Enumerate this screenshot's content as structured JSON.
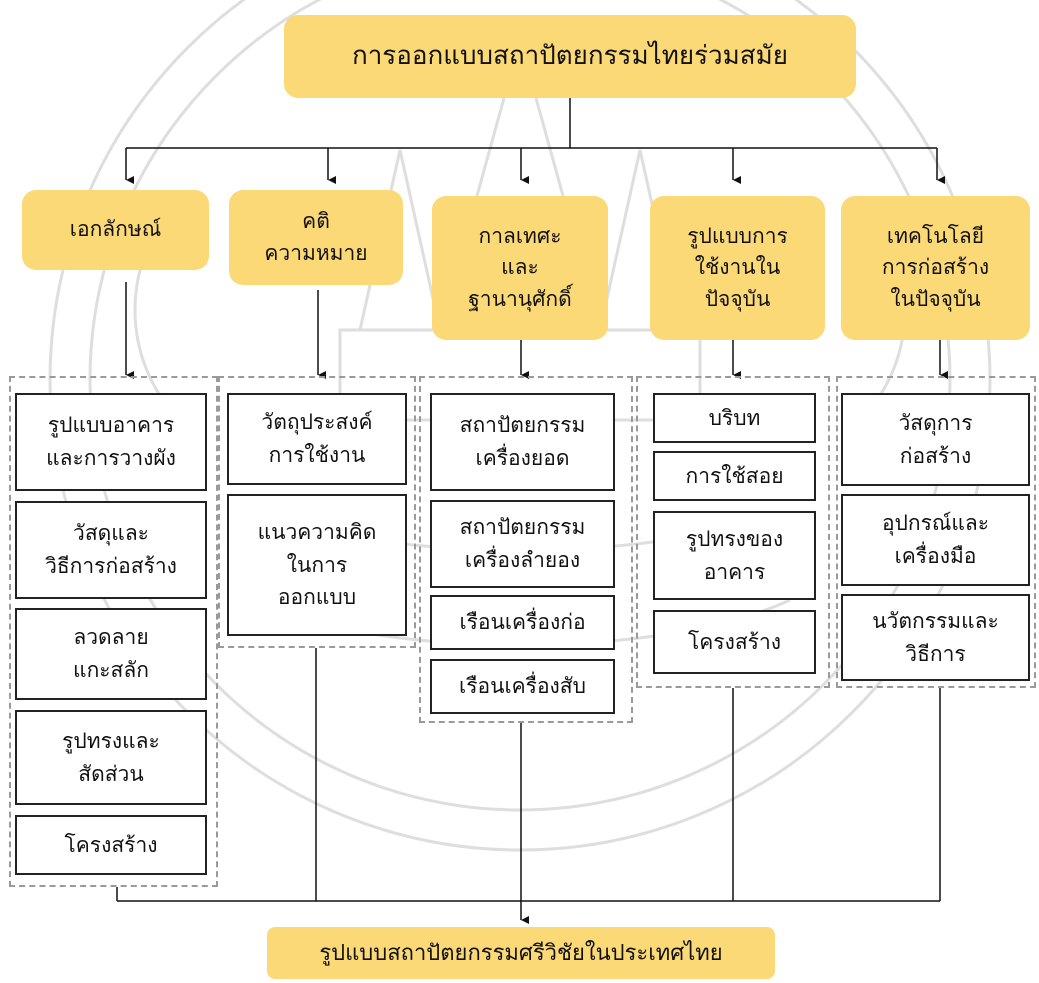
{
  "title": "การออกแบบสถาปัตยกรรมไทยร่วมสมัย",
  "categories": [
    "เอกลักษณ์",
    "คติ\nความหมาย",
    "กาลเทศะ\nและ\nฐานานุศักดิ์",
    "รูปแบบการ\nใช้งานใน\nปัจจุบัน",
    "เทคโนโลยี\nการก่อสร้าง\nในปัจจุบัน"
  ],
  "columns": [
    [
      "รูปแบบอาคาร\nและการวางผัง",
      "วัสดุและ\nวิธีการก่อสร้าง",
      "ลวดลาย\nแกะสลัก",
      "รูปทรงและ\nสัดส่วน",
      "โครงสร้าง"
    ],
    [
      "วัตถุประสงค์\nการใช้งาน",
      "แนวความคิด\nในการ\nออกแบบ"
    ],
    [
      "สถาปัตยกรรม\nเครื่องยอด",
      "สถาปัตยกรรม\nเครื่องลำยอง",
      "เรือนเครื่องก่อ",
      "เรือนเครื่องสับ"
    ],
    [
      "บริบท",
      "การใช้สอย",
      "รูปทรงของ\nอาคาร",
      "โครงสร้าง"
    ],
    [
      "วัสดุการ\nก่อสร้าง",
      "อุปกรณ์และ\nเครื่องมือ",
      "นวัตกรรมและ\nวิธีการ"
    ]
  ],
  "result": "รูปแบบสถาปัตยกรรมศรีวิชัยในประเทศไทย"
}
